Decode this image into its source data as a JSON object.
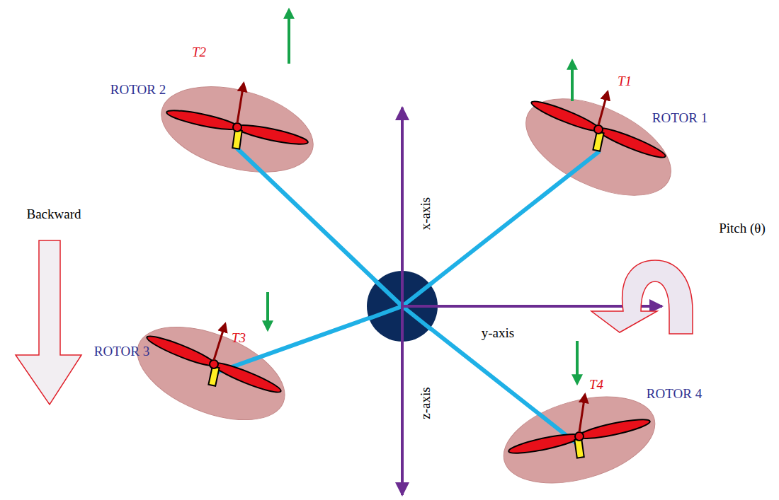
{
  "diagram": {
    "labels": [
      "T2",
      "ROTOR 2",
      "T1",
      "ROTOR 1",
      "x-axis",
      "Backward",
      "Pitch (θ)",
      "y-axis",
      "T3",
      "ROTOR 3",
      "T4",
      "ROTOR 4",
      "z-axis"
    ]
  }
}
